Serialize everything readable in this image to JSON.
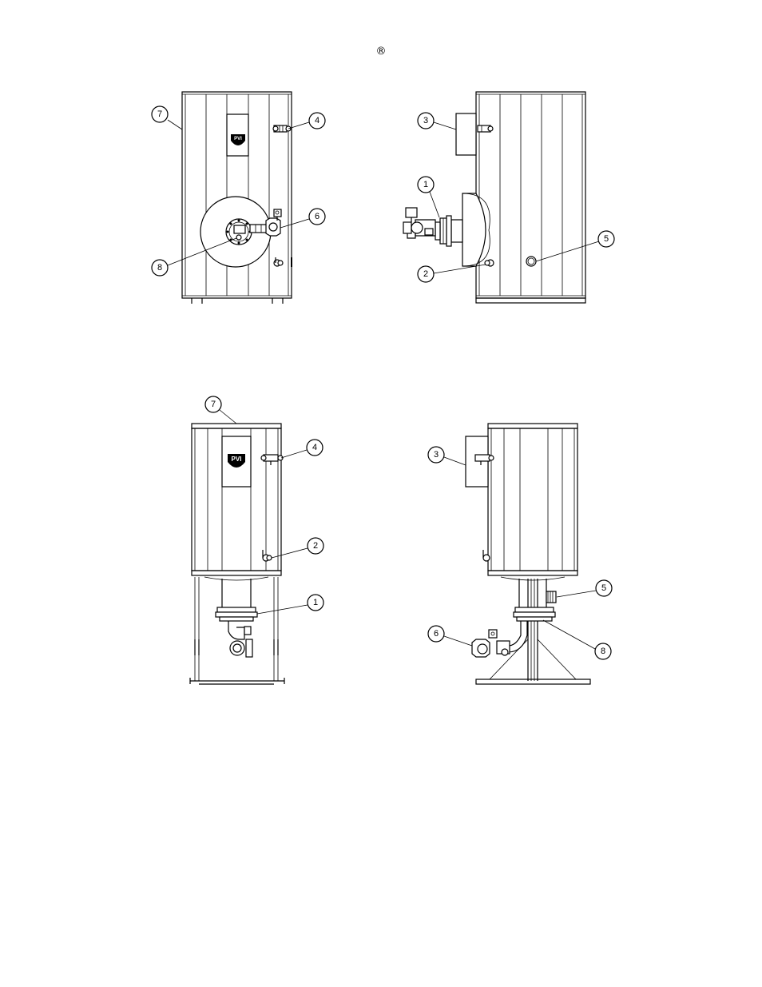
{
  "header": {
    "registered_mark": "®"
  },
  "logo": {
    "text": "PVI"
  },
  "views": [
    {
      "id": "horizontal-front",
      "callouts": [
        "7",
        "4",
        "6",
        "8"
      ]
    },
    {
      "id": "horizontal-side",
      "callouts": [
        "3",
        "1",
        "2",
        "5"
      ]
    },
    {
      "id": "vertical-front",
      "callouts": [
        "7",
        "4",
        "2",
        "1"
      ]
    },
    {
      "id": "vertical-side",
      "callouts": [
        "3",
        "5",
        "6",
        "8"
      ]
    }
  ]
}
